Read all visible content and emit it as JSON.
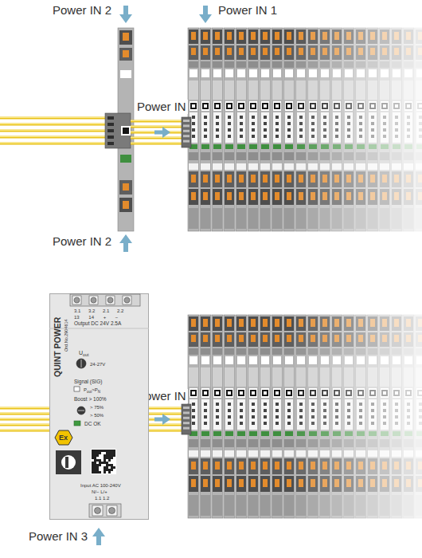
{
  "diagram": {
    "nodes": [
      {
        "text": [
          "QUINT POWER",
          "Ord.No.2904614",
          "3.1 3.2 2.1 2.2",
          "13 14 + −",
          "Output DC 24V 2.5A",
          "U",
          "out",
          "24-27V",
          "Signal (SIG)",
          "P",
          "out",
          ">P",
          "N",
          "Boost > 100%",
          "> 75%",
          "> 50%",
          "DC OK",
          "Input AC 100-240V",
          "N/− L/+",
          "1.1 1.2"
        ]
      },
      {
        "text": [
          "Ex"
        ],
        "in": 0
      }
    ],
    "labels": [
      "Power IN 2",
      "Power IN 1",
      "Power IN",
      "Power IN 2",
      "Power IN",
      "Power IN 3"
    ]
  }
}
